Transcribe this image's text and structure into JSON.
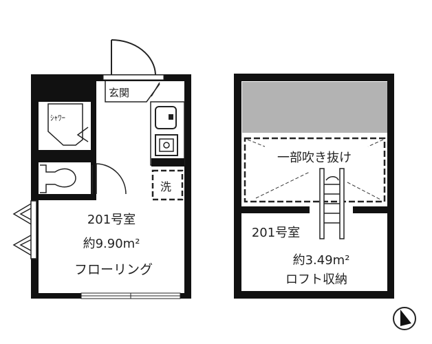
{
  "main_floor": {
    "entrance_label": "玄関",
    "shower_label": "ｼｬﾜｰ",
    "laundry_label": "洗",
    "room_number": "201号室",
    "area": "約9.90m²",
    "flooring": "フローリング"
  },
  "loft": {
    "open_ceiling_label": "一部吹き抜け",
    "room_number": "201号室",
    "area": "約3.49m²",
    "storage_label": "ロフト収納"
  },
  "colors": {
    "wall": "#111111",
    "void": "#b3b3b3"
  }
}
